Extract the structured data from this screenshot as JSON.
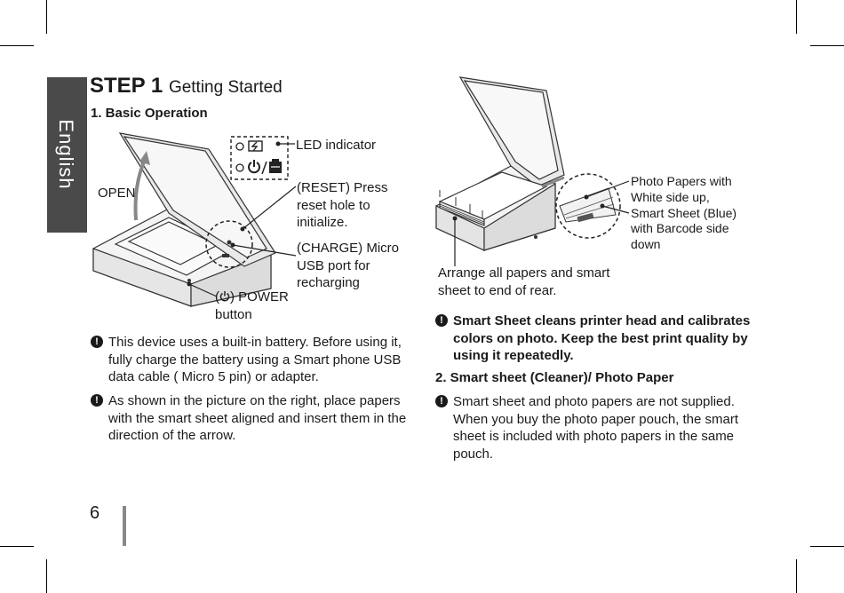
{
  "side_tab": {
    "label": "English"
  },
  "step": {
    "label": "STEP 1",
    "title": "Getting Started"
  },
  "section1": {
    "heading": "1.  Basic Operation"
  },
  "left_figure": {
    "open_label": "OPEN",
    "led_label": "LED indicator",
    "reset_label": "(RESET) Press reset hole to initialize.",
    "charge_label": "(CHARGE) Micro USB port for recharging",
    "power_label_prefix": "(",
    "power_label_suffix": ") POWER button"
  },
  "left_notes": [
    {
      "text": "This device uses a built-in battery. Before using it, fully charge the battery using a Smart phone USB data cable ( Micro 5 pin) or adapter."
    },
    {
      "text": "As shown in the picture on the right, place papers with the smart sheet aligned and insert them in the direction of the arrow."
    }
  ],
  "right_figure": {
    "papers_label": "Photo Papers with White side up, Smart Sheet (Blue) with Barcode side down",
    "arrange_label": "Arrange all papers and smart sheet to end of rear."
  },
  "right_note_bold": {
    "text": "Smart Sheet cleans printer head and calibrates colors on photo. Keep the best print quality by using it repeatedly."
  },
  "section2": {
    "heading": "2.  Smart sheet (Cleaner)/ Photo Paper"
  },
  "right_note2": {
    "text": "Smart sheet and photo papers are not supplied. When you buy the photo paper pouch, the smart sheet is included with photo papers in the same pouch."
  },
  "page_number": "6"
}
